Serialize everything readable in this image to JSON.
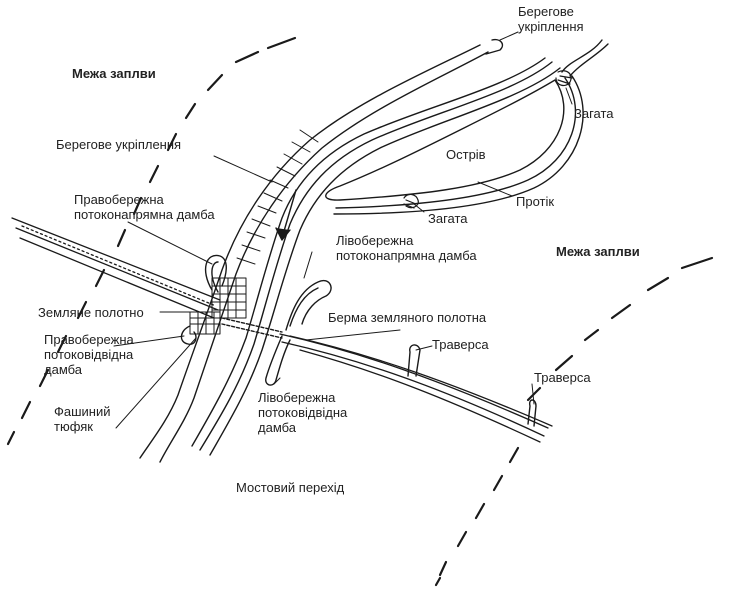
{
  "colors": {
    "ink": "#1a1a1a",
    "background": "#ffffff"
  },
  "labels": {
    "bank_protection_top_1": "Берегове",
    "bank_protection_top_2": "укріплення",
    "floodplain_boundary_left": "Межа заплви",
    "floodplain_boundary_right": "Межа заплви",
    "bank_protection_left": "Берегове укріплення",
    "dam_closure_top": "Загата",
    "island": "Острів",
    "channel": "Протік",
    "dam_closure_bottom": "Загата",
    "right_guide_dam_1": "Правобережна",
    "right_guide_dam_2": "потоконапрямна дамба",
    "left_guide_dam_1": "Лівобережна",
    "left_guide_dam_2": "потоконапрямна дамба",
    "embankment": "Земляне полотно",
    "embankment_berm": "Берма земляного полотна",
    "right_diversion_dam_1": "Правобережна",
    "right_diversion_dam_2": "потоковідвідна",
    "right_diversion_dam_3": "дамба",
    "traverse_1": "Траверса",
    "traverse_2": "Траверса",
    "fascine_mattress_1": "Фашиний",
    "fascine_mattress_2": "тюфяк",
    "left_diversion_dam_1": "Лівобережна",
    "left_diversion_dam_2": "потоковідвідна",
    "left_diversion_dam_3": "дамба",
    "bridge_crossing": "Мостовий перехід"
  }
}
